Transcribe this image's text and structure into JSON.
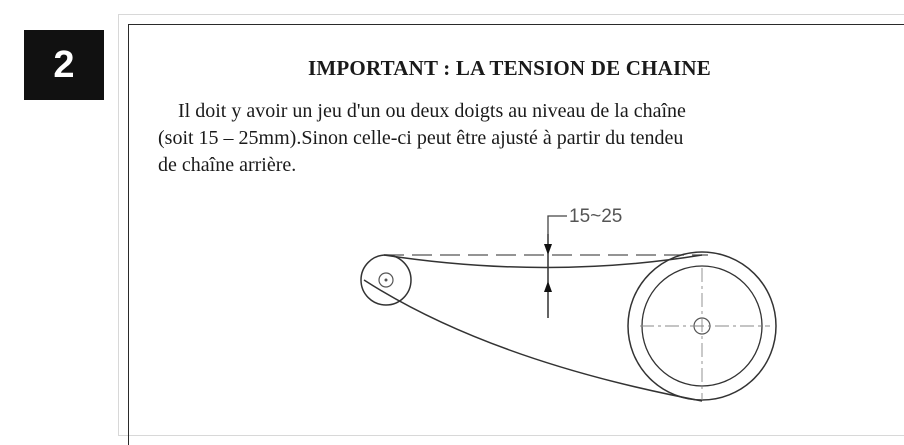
{
  "step": {
    "number": "2"
  },
  "section": {
    "title": "IMPORTANT : LA TENSION DE CHAINE",
    "paragraph_lines": [
      "Il doit y avoir un jeu d'un ou deux doigts au  niveau de la chaîne",
      "(soit 15  – 25mm).Sinon celle-ci peut être ajusté à partir du tendeu",
      "de chaîne arrière."
    ]
  },
  "diagram": {
    "dimension_label": "15~25"
  }
}
